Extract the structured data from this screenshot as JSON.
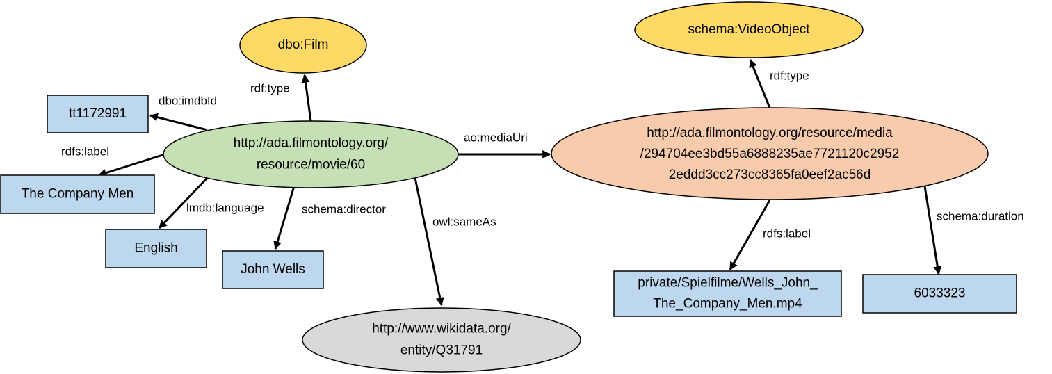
{
  "colors": {
    "literal": "#bdd7ee",
    "class": "#ffd966",
    "movie": "#c5e0b4",
    "media": "#f8cbad",
    "external": "#d9d9d9"
  },
  "nodes": {
    "movie": {
      "lines": [
        "http://ada.filmontology.org/",
        "resource/movie/60"
      ]
    },
    "film_class": {
      "lines": [
        "dbo:Film"
      ]
    },
    "imdb": {
      "lines": [
        "tt1172991"
      ]
    },
    "label": {
      "lines": [
        "The Company Men"
      ]
    },
    "language": {
      "lines": [
        "English"
      ]
    },
    "director": {
      "lines": [
        "John Wells"
      ]
    },
    "wikidata": {
      "lines": [
        "http://www.wikidata.org/",
        "entity/Q31791"
      ]
    },
    "media": {
      "lines": [
        "http://ada.filmontology.org/resource/media",
        "/294704ee3bd55a6888235ae7721120c2952",
        "2eddd3cc273cc8365fa0eef2ac56d"
      ]
    },
    "video_class": {
      "lines": [
        "schema:VideoObject"
      ]
    },
    "media_label": {
      "lines": [
        "private/Spielfilme/Wells_John_",
        "The_Company_Men.mp4"
      ]
    },
    "duration": {
      "lines": [
        "6033323"
      ]
    }
  },
  "edges": {
    "movie_type": "rdf:type",
    "movie_imdb": "dbo:imdbId",
    "movie_label": "rdfs:label",
    "movie_language": "lmdb:language",
    "movie_director": "schema:director",
    "movie_sameas": "owl:sameAs",
    "movie_media": "ao:mediaUri",
    "media_type": "rdf:type",
    "media_label": "rdfs:label",
    "media_duration": "schema:duration"
  }
}
